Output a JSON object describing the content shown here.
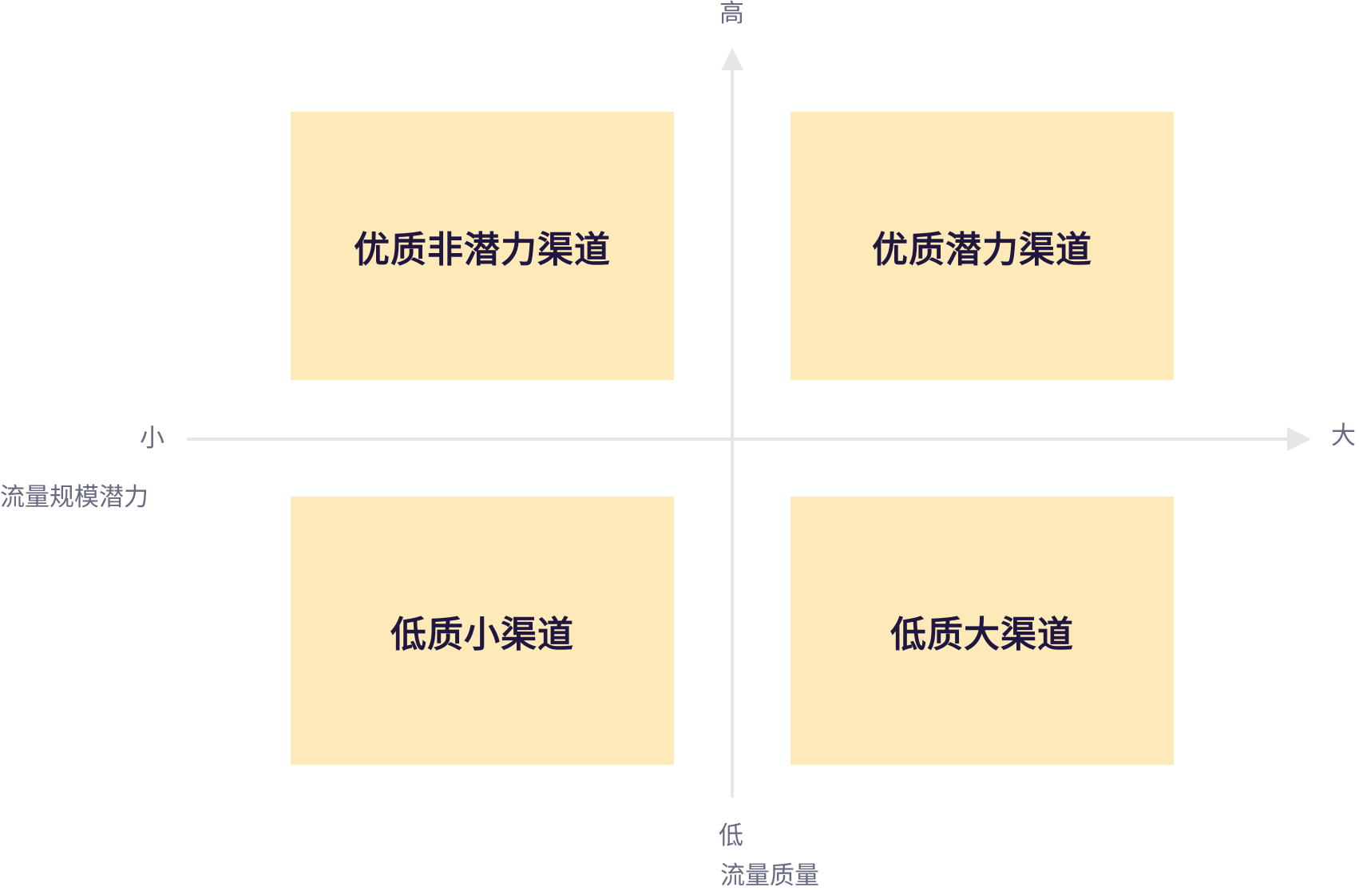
{
  "quadrants": {
    "top_left": "优质非潜力渠道",
    "top_right": "优质潜力渠道",
    "bottom_left": "低质小渠道",
    "bottom_right": "低质大渠道"
  },
  "y_axis": {
    "high": "高",
    "low": "低",
    "title": "流量质量"
  },
  "x_axis": {
    "low": "小",
    "high": "大",
    "title": "流量规模潜力"
  },
  "colors": {
    "quadrant_fill": "#fee9b8",
    "axis": "#e6e6e6",
    "label": "#676a82",
    "quadrant_text": "#1f1740"
  }
}
